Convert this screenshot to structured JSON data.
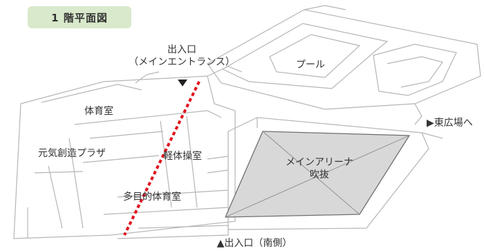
{
  "title": "1 階平面図",
  "labels": {
    "main_entrance_line1": "出入口",
    "main_entrance_line2": "（メインエントランス）",
    "pool": "プール",
    "gym_room": "体育室",
    "genki_plaza": "元気創造プラザ",
    "light_exercise_room": "軽体操室",
    "multipurpose_gym": "多目的体育室",
    "main_arena_line1": "メインアリーナ",
    "main_arena_line2": "吹抜",
    "east_plaza": "▶東広場へ",
    "south_entrance": "▲出入口（南側）"
  },
  "colors": {
    "title_bg": "#d9e9cc",
    "arena_fill": "#d8d8d8",
    "route": "#e0141e",
    "wall": "#b5b5b5"
  }
}
